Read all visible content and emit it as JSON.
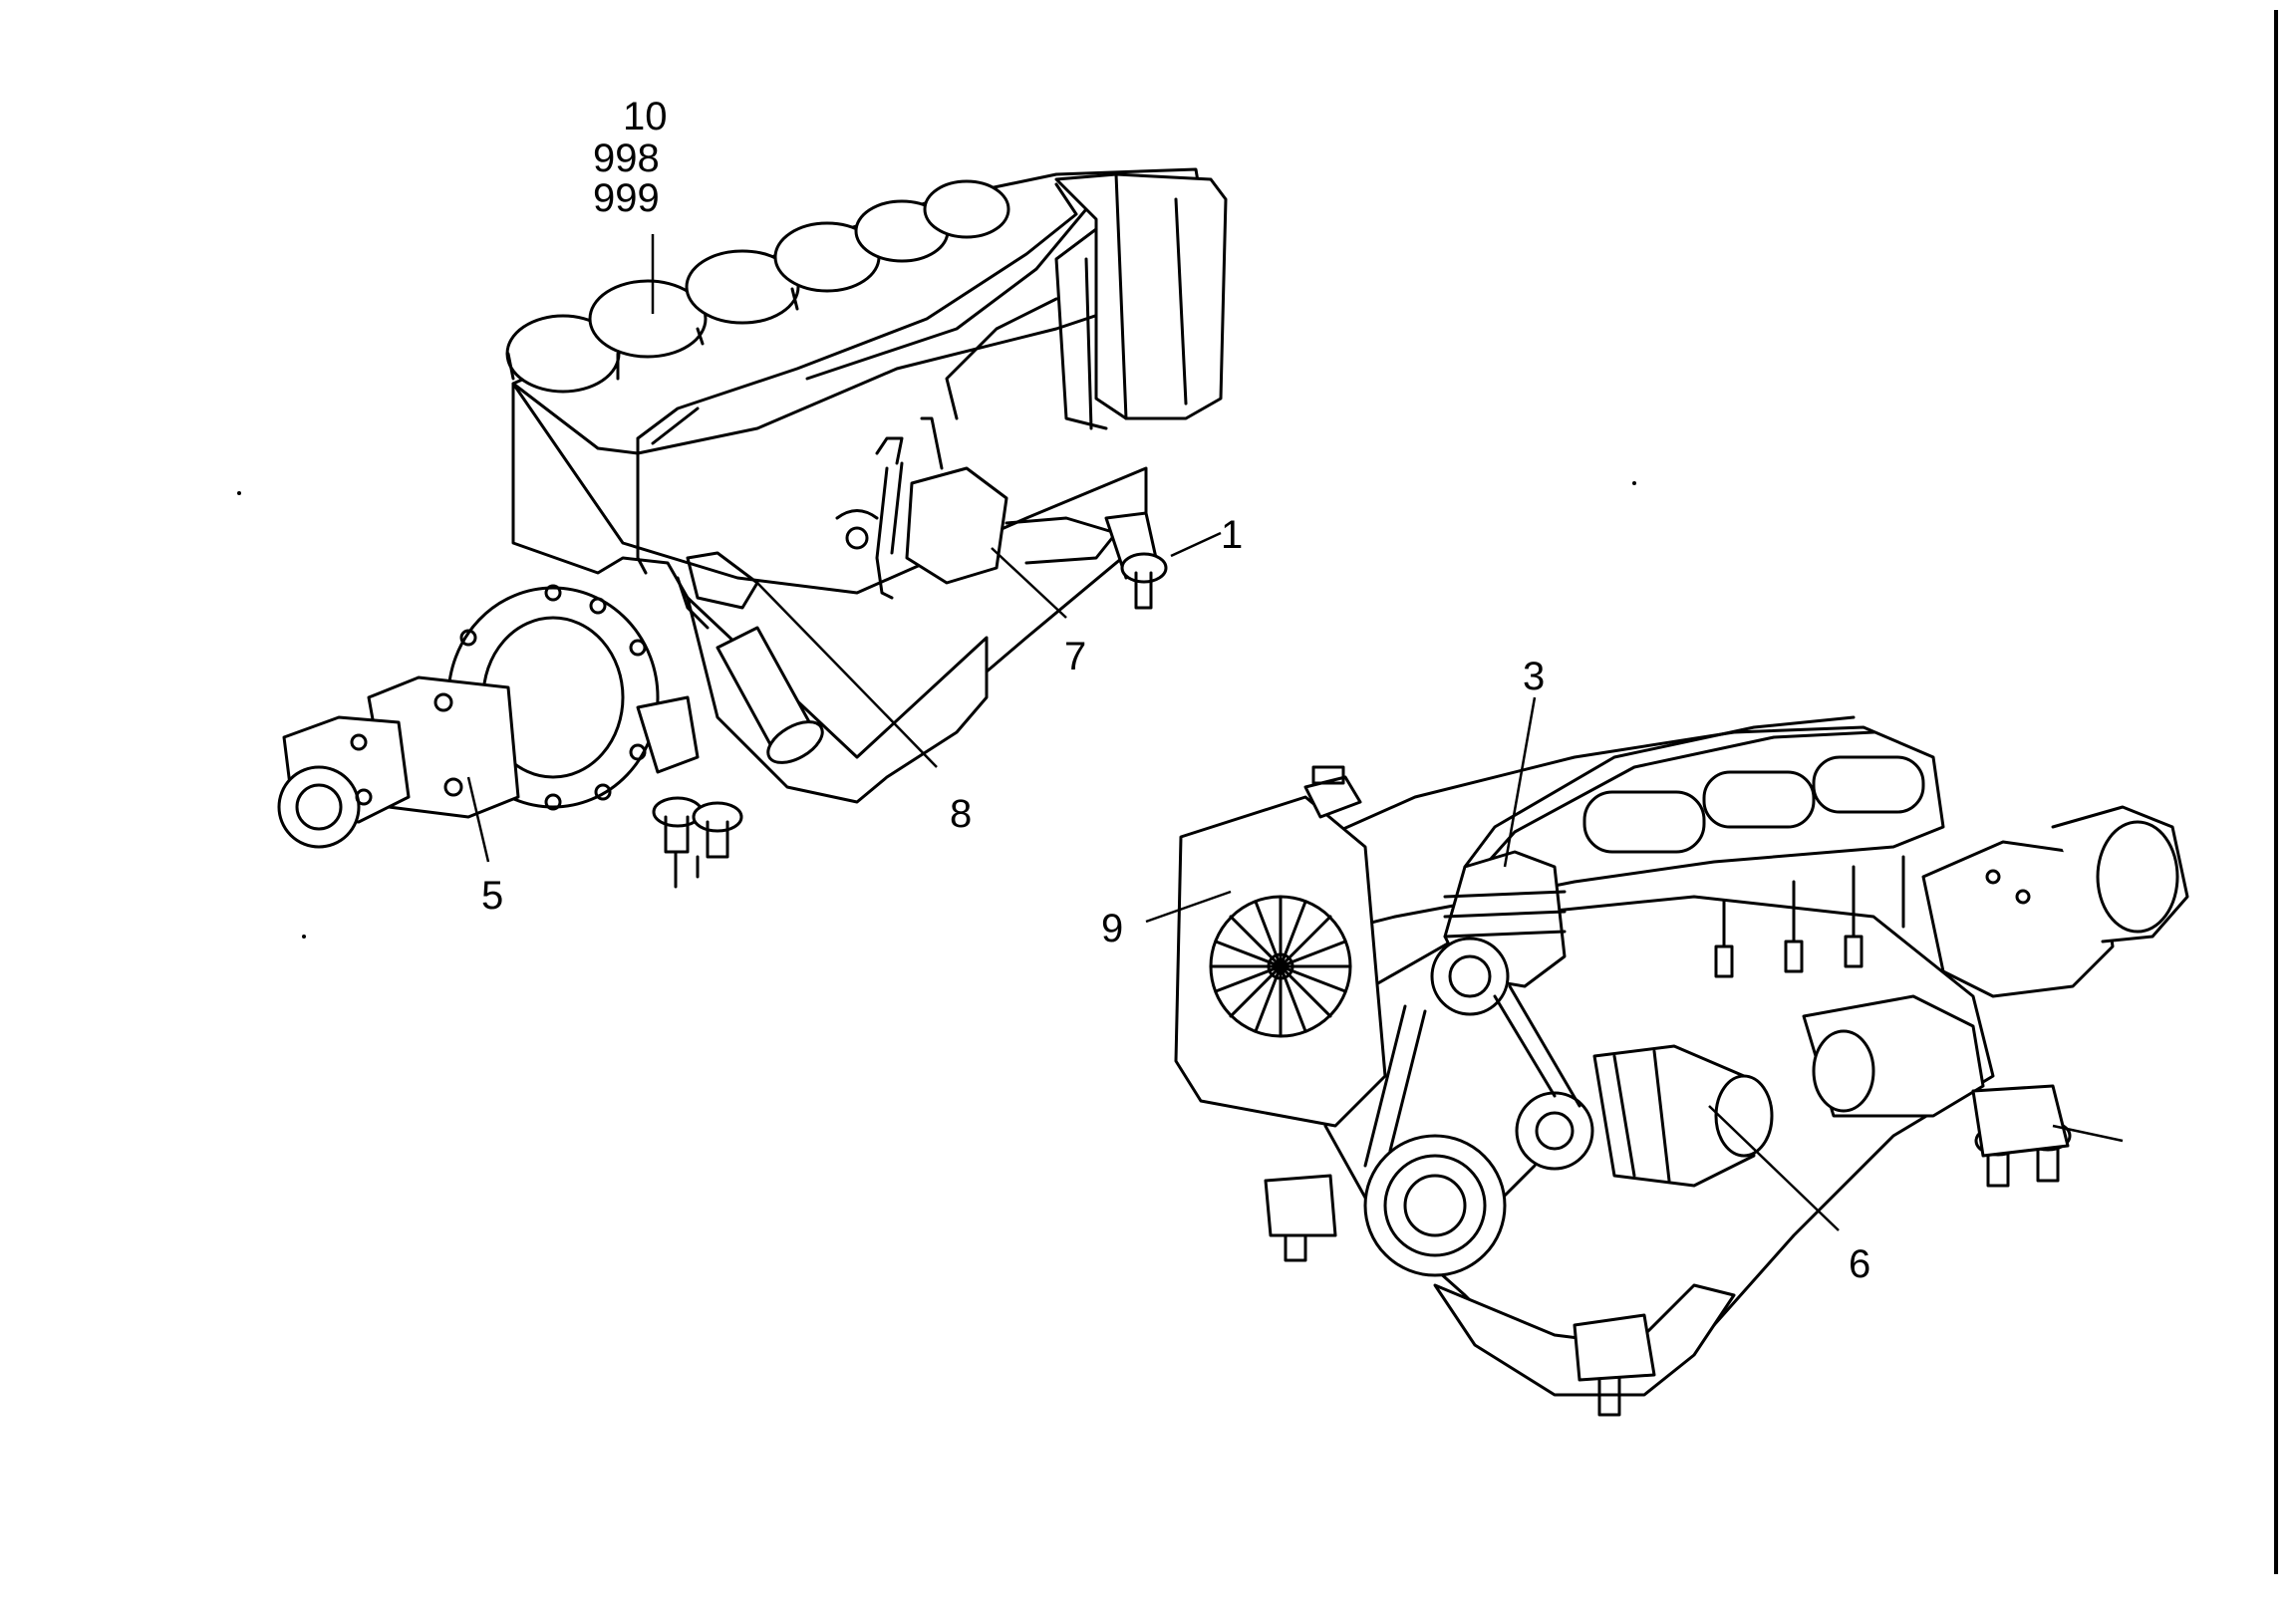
{
  "figure": {
    "engine_left": {
      "labels": {
        "cyl_head_a": "10",
        "cyl_head_b": "998",
        "cyl_head_c": "999",
        "mount_right": "1",
        "hydraulic_pump": "5",
        "fuel_part_a": "7",
        "fuel_part_b": "8"
      }
    },
    "engine_right": {
      "labels": {
        "compressor": "3",
        "cooling_fan": "9",
        "starter": "6"
      }
    }
  }
}
